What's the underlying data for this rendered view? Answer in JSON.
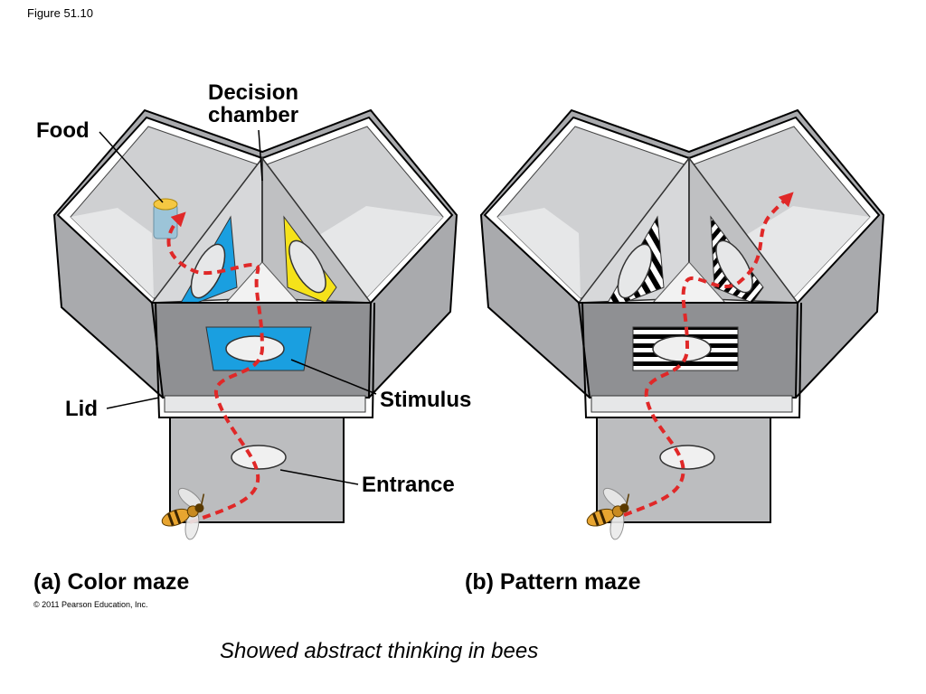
{
  "figure_label": "Figure 51.10",
  "labels": {
    "decision_chamber": "Decision\nchamber",
    "food": "Food",
    "lid": "Lid",
    "stimulus": "Stimulus",
    "entrance": "Entrance"
  },
  "captions": {
    "a": "(a) Color maze",
    "b": "(b) Pattern maze"
  },
  "copyright": "© 2011 Pearson Education, Inc.",
  "subtitle": "Showed abstract thinking in bees",
  "colors": {
    "stimulus_blue": "#1a9fe0",
    "stimulus_yellow": "#f5e21a",
    "path_red": "#e02828",
    "wall_gray": "#a9aaad",
    "floor_light": "#e6e7e8"
  }
}
